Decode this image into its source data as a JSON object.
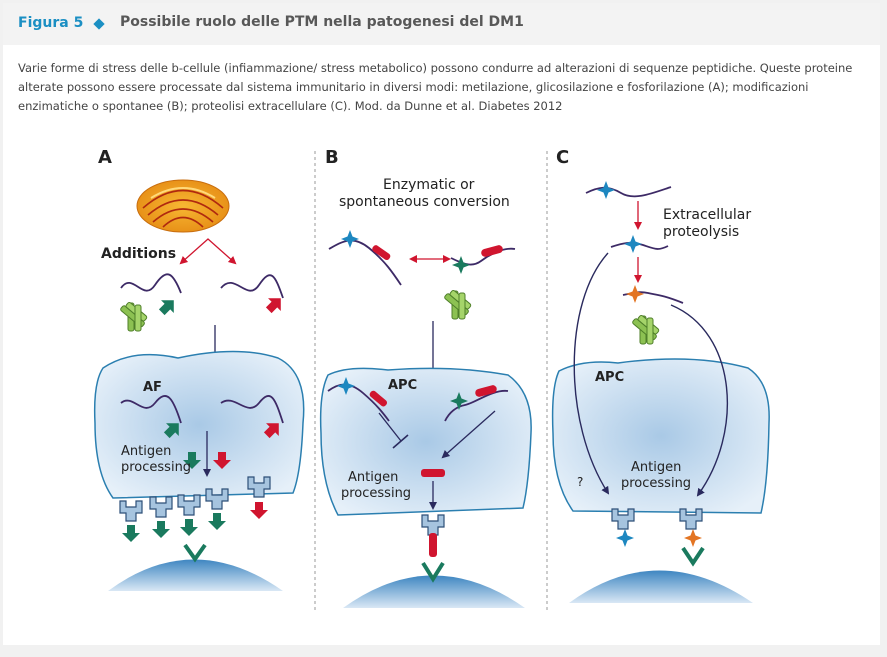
{
  "header": {
    "figure_label": "Figura 5",
    "title": "Possibile ruolo delle PTM nella patogenesi del DM1"
  },
  "caption": "Varie forme di stress delle b-cellule (infiammazione/ stress metabolico) possono condurre ad alterazioni di sequenze peptidiche. Queste proteine alterate possono essere processate dal sistema immunitario in diversi modi: metilazione, glicosilazione e fosforilazione (A); modificazioni enzimatiche o spontanee (B); proteolisi extracellulare (C). Mod. da Dunne et al. Diabetes 2012",
  "panels": {
    "a": {
      "letter": "A",
      "additions_label": "Additions",
      "cell_label": "AF",
      "processing_line1": "Antigen",
      "processing_line2": "processing"
    },
    "b": {
      "letter": "B",
      "title_line1": "Enzymatic or",
      "title_line2": "spontaneous conversion",
      "cell_label": "APC",
      "processing_line1": "Antigen",
      "processing_line2": "processing"
    },
    "c": {
      "letter": "C",
      "title_line1": "Extracellular",
      "title_line2": "proteolysis",
      "cell_label": "APC",
      "processing_line1": "Antigen",
      "processing_line2": "processing",
      "question_mark": "?"
    }
  },
  "colors": {
    "accent_blue": "#1b8fc3",
    "peptide_purple": "#3d2a66",
    "modification_green": "#1a7a5e",
    "modification_red": "#d0152f",
    "receptor_green": "#7cb342",
    "mhc_blue": "#a6c4df",
    "cell_fill": "#c9def0",
    "cell_border": "#2b7fb0",
    "star_blue": "#1d87c0",
    "star_orange": "#e37524",
    "star_teal": "#1a7a5e"
  }
}
